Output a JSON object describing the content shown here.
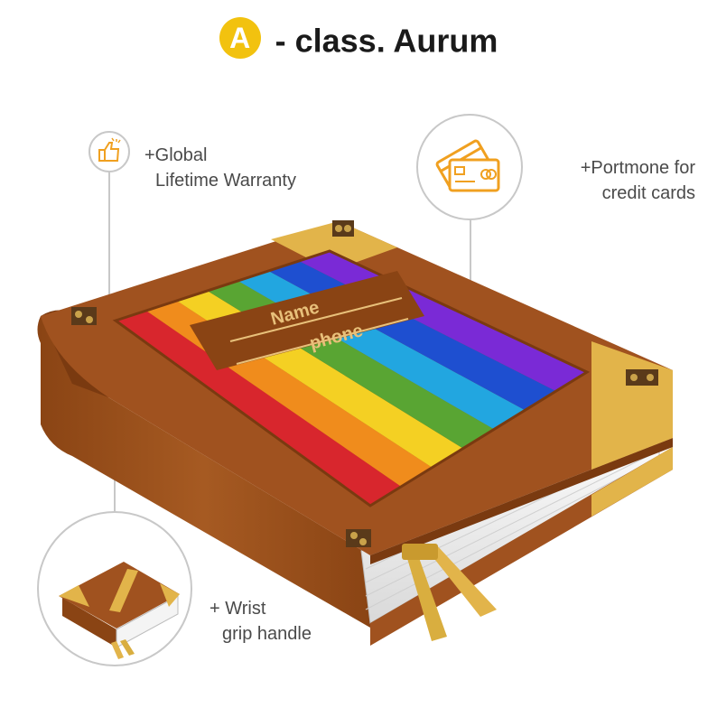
{
  "header": {
    "badge_letter": "A",
    "title_rest": "- class. Aurum"
  },
  "features": {
    "warranty": {
      "line1": "+Global",
      "line2": "Lifetime Warranty",
      "icon": "thumbs-up-icon"
    },
    "portmone": {
      "line1": "+Portmone for",
      "line2": "credit cards",
      "icon": "credit-cards-icon"
    },
    "wrist": {
      "line1": "+ Wrist",
      "line2": "grip handle",
      "icon": "book-thumbnail"
    }
  },
  "book": {
    "label_line1": "Name",
    "label_line2": "phone",
    "stripe_colors": [
      "#d8262d",
      "#f08c1c",
      "#f4d023",
      "#59a533",
      "#22a6e0",
      "#1e4fd0",
      "#7a2ad6"
    ],
    "cover_color": "#a0521f",
    "gold_color": "#e2b44a"
  },
  "colors": {
    "accent": "#f2c20f",
    "icon_orange": "#f0a020",
    "callout_line": "#c8c8c8"
  }
}
